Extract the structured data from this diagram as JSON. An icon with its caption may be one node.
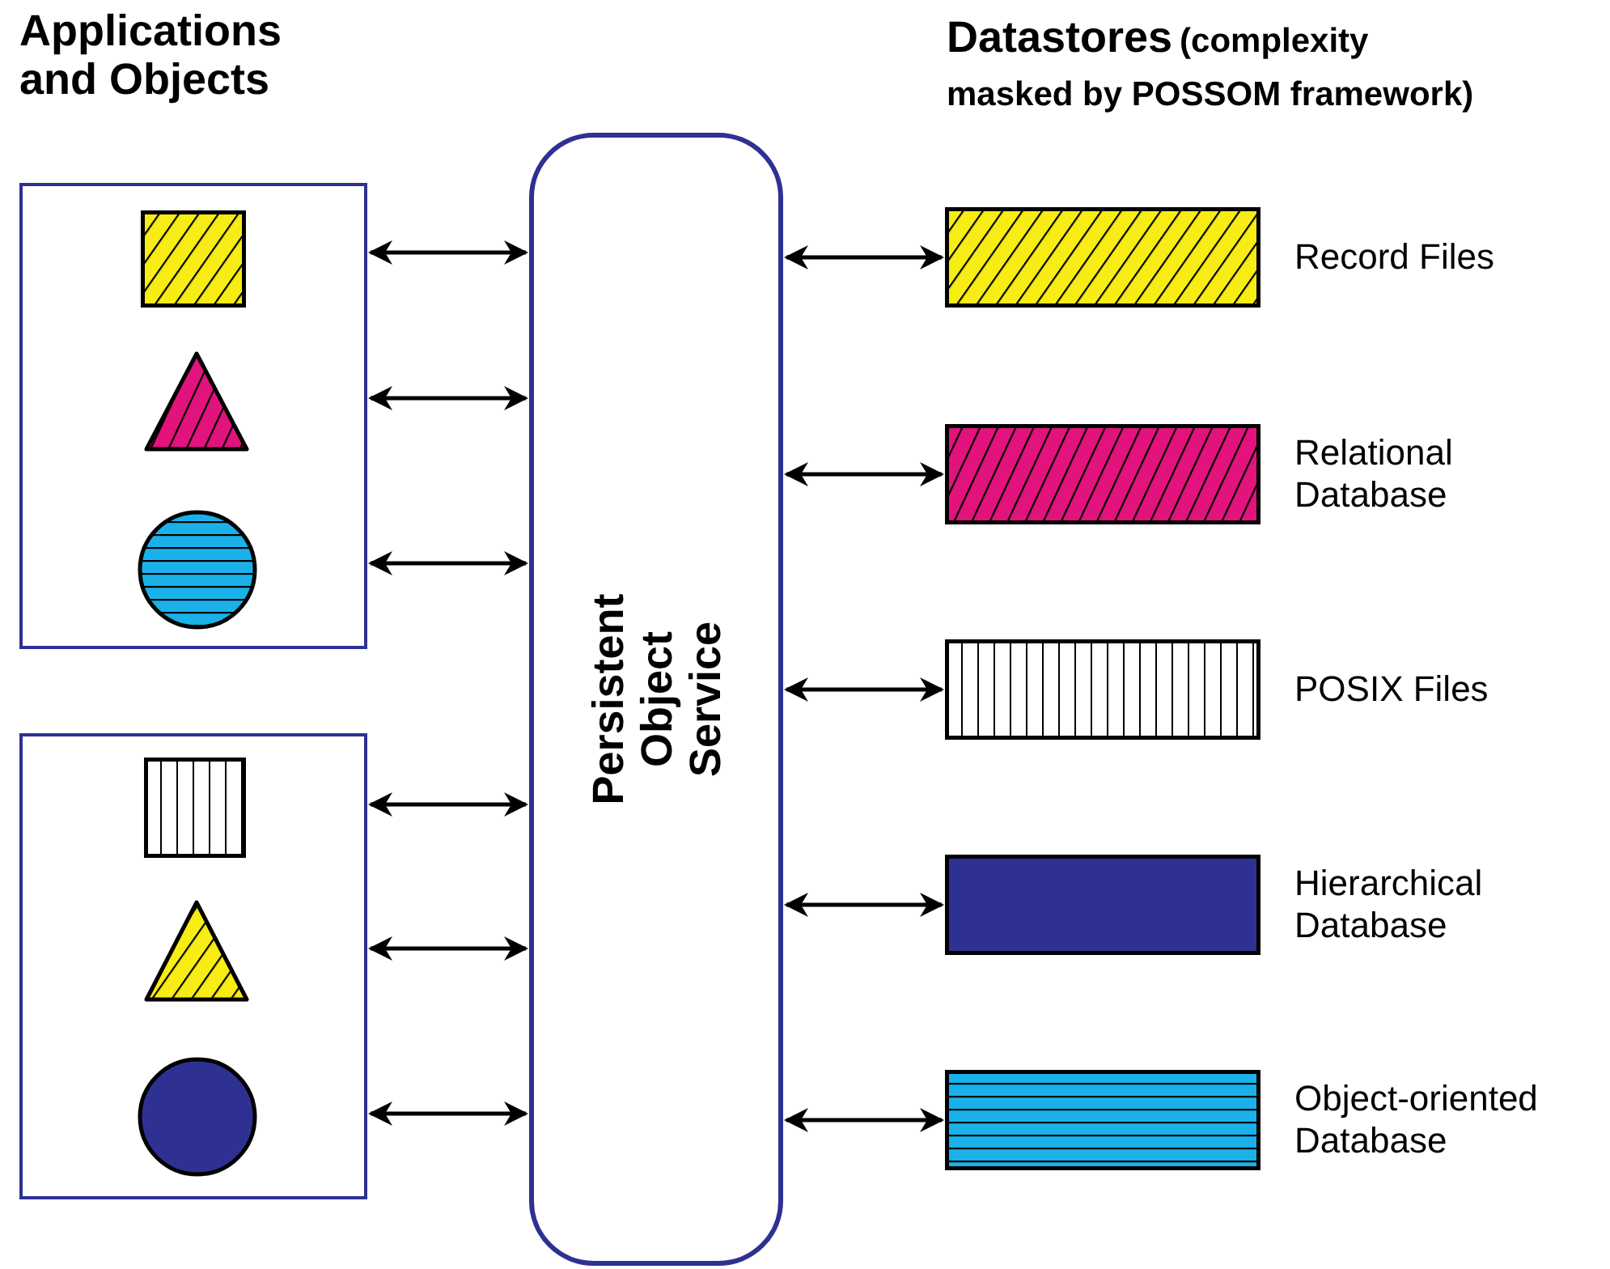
{
  "diagram": {
    "nodes": [
      {
        "text": [],
        "shape": "box"
      },
      {
        "text": [],
        "shape": "box",
        "in": 0
      },
      {
        "text": [],
        "shape": "triangle",
        "in": 0
      },
      {
        "text": [],
        "shape": "circle",
        "in": 0
      },
      {
        "text": [],
        "shape": "box"
      },
      {
        "text": [],
        "shape": "box",
        "in": 4
      },
      {
        "text": [],
        "shape": "triangle",
        "in": 4
      },
      {
        "text": [],
        "shape": "circle",
        "in": 4
      },
      {
        "text": [
          "Persistent Object Service"
        ]
      },
      {
        "text": [],
        "shape": "bar",
        "beside": [
          "Record Files"
        ]
      },
      {
        "text": [],
        "shape": "bar",
        "beside": [
          "Relational Database"
        ]
      },
      {
        "text": [],
        "shape": "bar",
        "beside": [
          "POSIX Files"
        ]
      },
      {
        "text": [],
        "shape": "bar",
        "beside": [
          "Hierarchical Database"
        ]
      },
      {
        "text": [],
        "shape": "bar",
        "beside": [
          "Object-oriented Database"
        ]
      }
    ],
    "edges": [
      {
        "from": 0,
        "to": 8,
        "arrow": "both"
      },
      {
        "from": 0,
        "to": 8,
        "arrow": "both"
      },
      {
        "from": 0,
        "to": 8,
        "arrow": "both"
      },
      {
        "from": 4,
        "to": 8,
        "arrow": "both"
      },
      {
        "from": 4,
        "to": 8,
        "arrow": "both"
      },
      {
        "from": 4,
        "to": 8,
        "arrow": "both"
      },
      {
        "from": 8,
        "to": 9,
        "arrow": "both"
      },
      {
        "from": 8,
        "to": 10,
        "arrow": "both"
      },
      {
        "from": 8,
        "to": 11,
        "arrow": "both"
      },
      {
        "from": 8,
        "to": 12,
        "arrow": "both"
      },
      {
        "from": 8,
        "to": 13,
        "arrow": "both"
      }
    ],
    "labels": [
      "Applications and Objects",
      "Datastores",
      "(complexity masked by POSSOM framework)"
    ]
  }
}
